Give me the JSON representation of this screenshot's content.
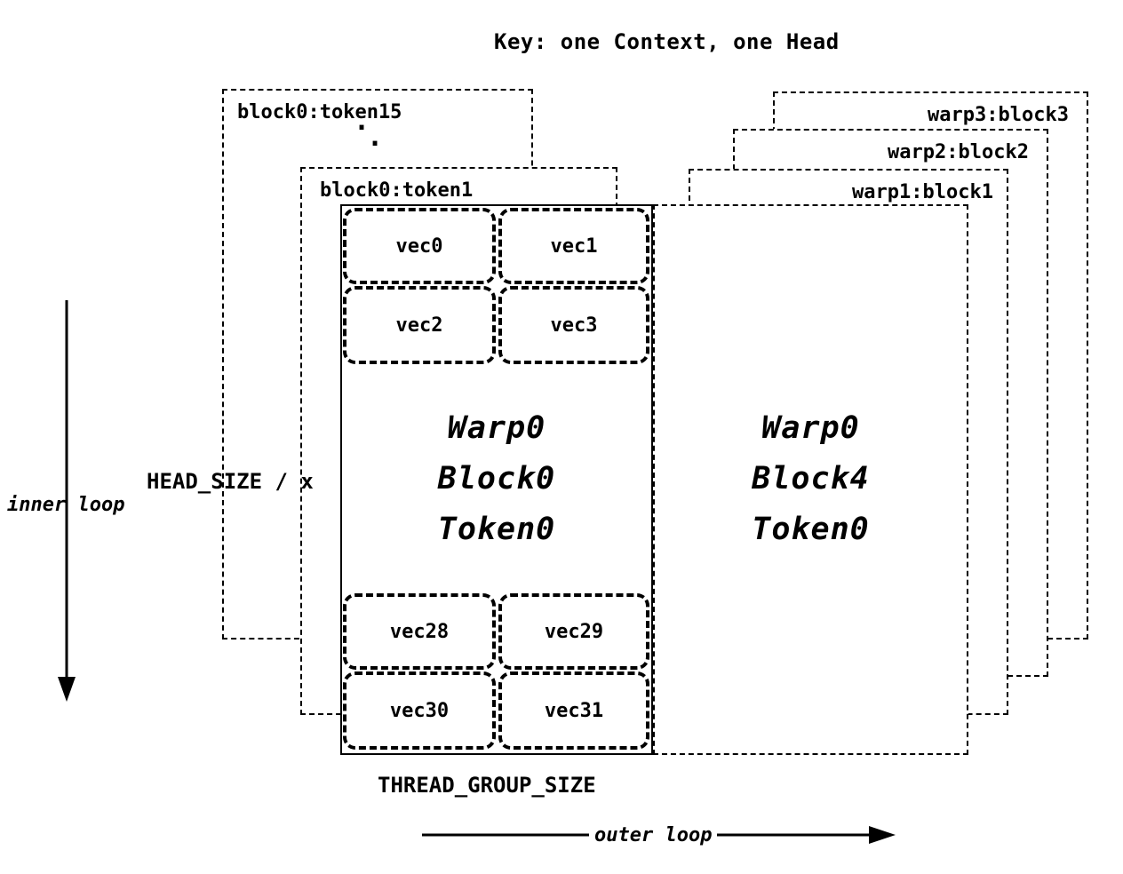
{
  "title": "Key: one Context, one Head",
  "left_stack": {
    "card_token15": {
      "label": "block0:token15"
    },
    "card_token1": {
      "label": "block0:token1"
    },
    "ellipsis": {
      "dot1": "·",
      "dot2": "·"
    }
  },
  "right_stack": {
    "card_warp3": {
      "label": "warp3:block3"
    },
    "card_warp2": {
      "label": "warp2:block2"
    },
    "card_warp1": {
      "label": "warp1:block1"
    }
  },
  "main_block": {
    "line1": "Warp0",
    "line2": "Block0",
    "line3": "Token0",
    "vecs": {
      "v0": "vec0",
      "v1": "vec1",
      "v2": "vec2",
      "v3": "vec3",
      "v28": "vec28",
      "v29": "vec29",
      "v30": "vec30",
      "v31": "vec31"
    }
  },
  "right_block": {
    "line1": "Warp0",
    "line2": "Block4",
    "line3": "Token0"
  },
  "axis_labels": {
    "head_size": "HEAD_SIZE / x",
    "inner_loop": "inner loop",
    "thread_group_size": "THREAD_GROUP_SIZE",
    "outer_loop": "outer loop"
  }
}
